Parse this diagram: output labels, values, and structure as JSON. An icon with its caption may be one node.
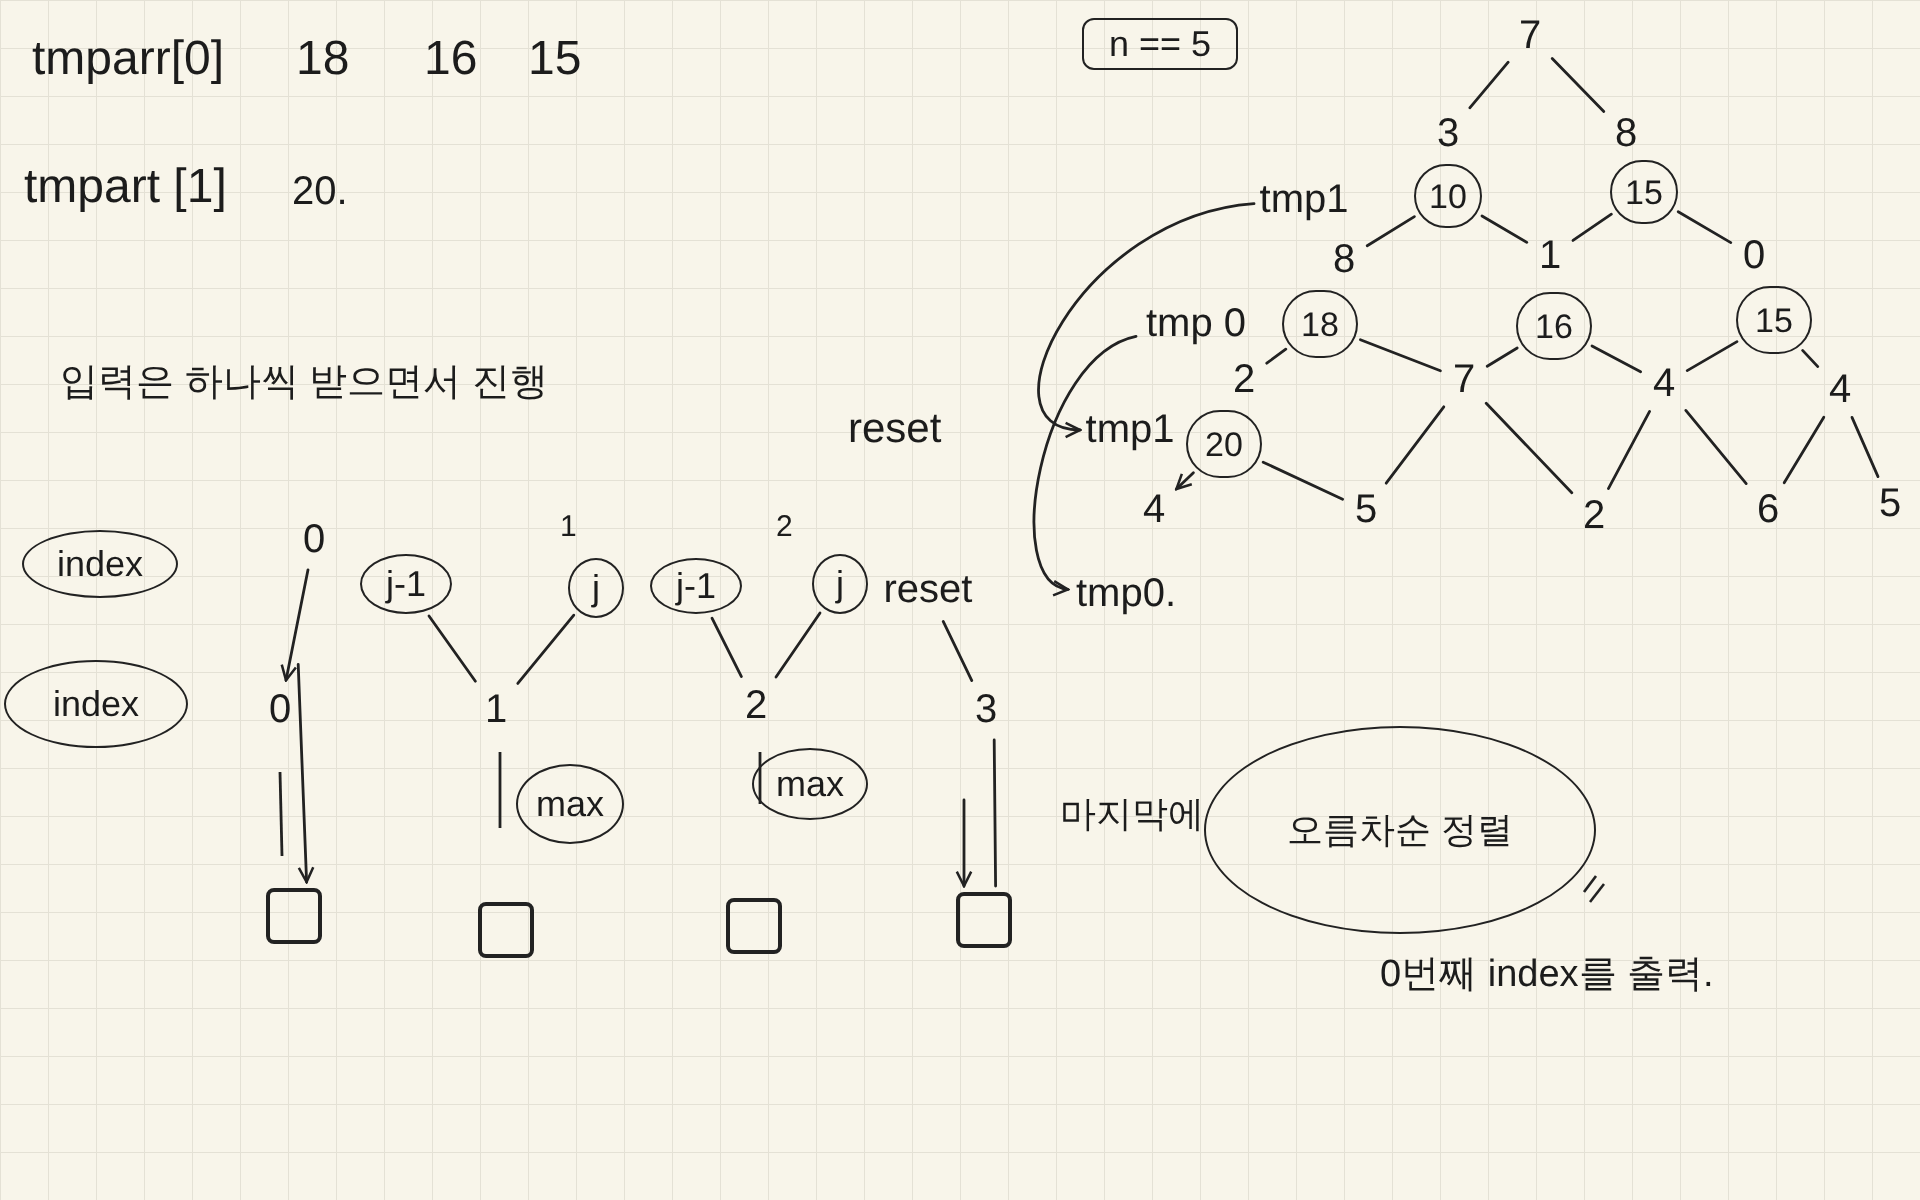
{
  "diagram": {
    "nodes": [
      {
        "text": [
          "n == 5"
        ]
      },
      {
        "text": [
          "7"
        ]
      },
      {
        "text": [
          "3"
        ]
      },
      {
        "text": [
          "8"
        ]
      },
      {
        "text": [
          "10"
        ]
      },
      {
        "text": [
          "15"
        ]
      },
      {
        "text": [
          "8"
        ]
      },
      {
        "text": [
          "1"
        ]
      },
      {
        "text": [
          "0"
        ]
      },
      {
        "text": [
          "18"
        ]
      },
      {
        "text": [
          "16"
        ]
      },
      {
        "text": [
          "15"
        ]
      },
      {
        "text": [
          "2"
        ]
      },
      {
        "text": [
          "7"
        ]
      },
      {
        "text": [
          "4"
        ]
      },
      {
        "text": [
          "4"
        ]
      },
      {
        "text": [
          "20"
        ]
      },
      {
        "text": [
          "4"
        ]
      },
      {
        "text": [
          "5"
        ]
      },
      {
        "text": [
          "2"
        ]
      },
      {
        "text": [
          "6"
        ]
      },
      {
        "text": [
          "5"
        ]
      },
      {
        "text": [
          "tmp1"
        ]
      },
      {
        "text": [
          "tmp 0"
        ]
      },
      {
        "text": [
          "tmp1"
        ]
      },
      {
        "text": [
          "tmp0."
        ]
      },
      {
        "text": [
          "index"
        ]
      },
      {
        "text": [
          "0"
        ]
      },
      {
        "text": [
          "j-1"
        ]
      },
      {
        "text": [
          "j"
        ]
      },
      {
        "text": [
          "j-1"
        ]
      },
      {
        "text": [
          "j"
        ]
      },
      {
        "text": [
          "reset"
        ]
      },
      {
        "text": [
          "index"
        ]
      },
      {
        "text": [
          "0"
        ]
      },
      {
        "text": [
          "1"
        ]
      },
      {
        "text": [
          "2"
        ]
      },
      {
        "text": [
          "3"
        ]
      },
      {
        "text": [
          "max"
        ]
      },
      {
        "text": [
          "max"
        ]
      },
      {
        "text": [],
        "shape": "box"
      },
      {
        "text": [],
        "shape": "box"
      },
      {
        "text": [],
        "shape": "box"
      },
      {
        "text": [],
        "shape": "box"
      },
      {
        "text": [
          "오름차순 정렬"
        ]
      }
    ],
    "edges": [
      {
        "from": 1,
        "to": 2,
        "arrow": "none"
      },
      {
        "from": 1,
        "to": 3,
        "arrow": "none"
      },
      {
        "from": 4,
        "to": 7,
        "arrow": "none"
      },
      {
        "from": 5,
        "to": 7,
        "arrow": "none"
      },
      {
        "from": 4,
        "to": 6,
        "arrow": "none"
      },
      {
        "from": 5,
        "to": 8,
        "arrow": "none"
      },
      {
        "from": 9,
        "to": 12,
        "arrow": "none"
      },
      {
        "from": 9,
        "to": 13,
        "arrow": "none"
      },
      {
        "from": 10,
        "to": 13,
        "arrow": "none"
      },
      {
        "from": 10,
        "to": 14,
        "arrow": "none"
      },
      {
        "from": 11,
        "to": 14,
        "arrow": "none"
      },
      {
        "from": 11,
        "to": 15,
        "arrow": "none"
      },
      {
        "from": 16,
        "to": 17,
        "arrow": "to"
      },
      {
        "from": 16,
        "to": 18,
        "arrow": "none"
      },
      {
        "from": 13,
        "to": 18,
        "arrow": "none"
      },
      {
        "from": 13,
        "to": 19,
        "arrow": "none"
      },
      {
        "from": 14,
        "to": 19,
        "arrow": "none"
      },
      {
        "from": 14,
        "to": 20,
        "arrow": "none"
      },
      {
        "from": 15,
        "to": 20,
        "arrow": "none"
      },
      {
        "from": 15,
        "to": 21,
        "arrow": "none"
      },
      {
        "from": 22,
        "to": 24,
        "arrow": "to"
      },
      {
        "from": 23,
        "to": 25,
        "arrow": "to"
      },
      {
        "from": 27,
        "to": 34,
        "arrow": "to"
      },
      {
        "from": 28,
        "to": 35,
        "arrow": "none"
      },
      {
        "from": 29,
        "to": 35,
        "arrow": "none"
      },
      {
        "from": 30,
        "to": 36,
        "arrow": "none"
      },
      {
        "from": 31,
        "to": 36,
        "arrow": "none"
      },
      {
        "from": 32,
        "to": 37,
        "arrow": "none"
      },
      {
        "from": 34,
        "to": 40,
        "arrow": "to"
      },
      {
        "from": 37,
        "to": 43,
        "arrow": "none"
      },
      {
        "from": null,
        "to": 43,
        "arrow": "to"
      }
    ],
    "labels": [
      "tmparr[0]",
      "18",
      "16",
      "15",
      "tmpart [1]",
      "20.",
      "입력은 하나씩 받으면서 진행",
      "reset",
      "1",
      "2",
      "마지막에",
      "0번째 index를 출력."
    ]
  }
}
